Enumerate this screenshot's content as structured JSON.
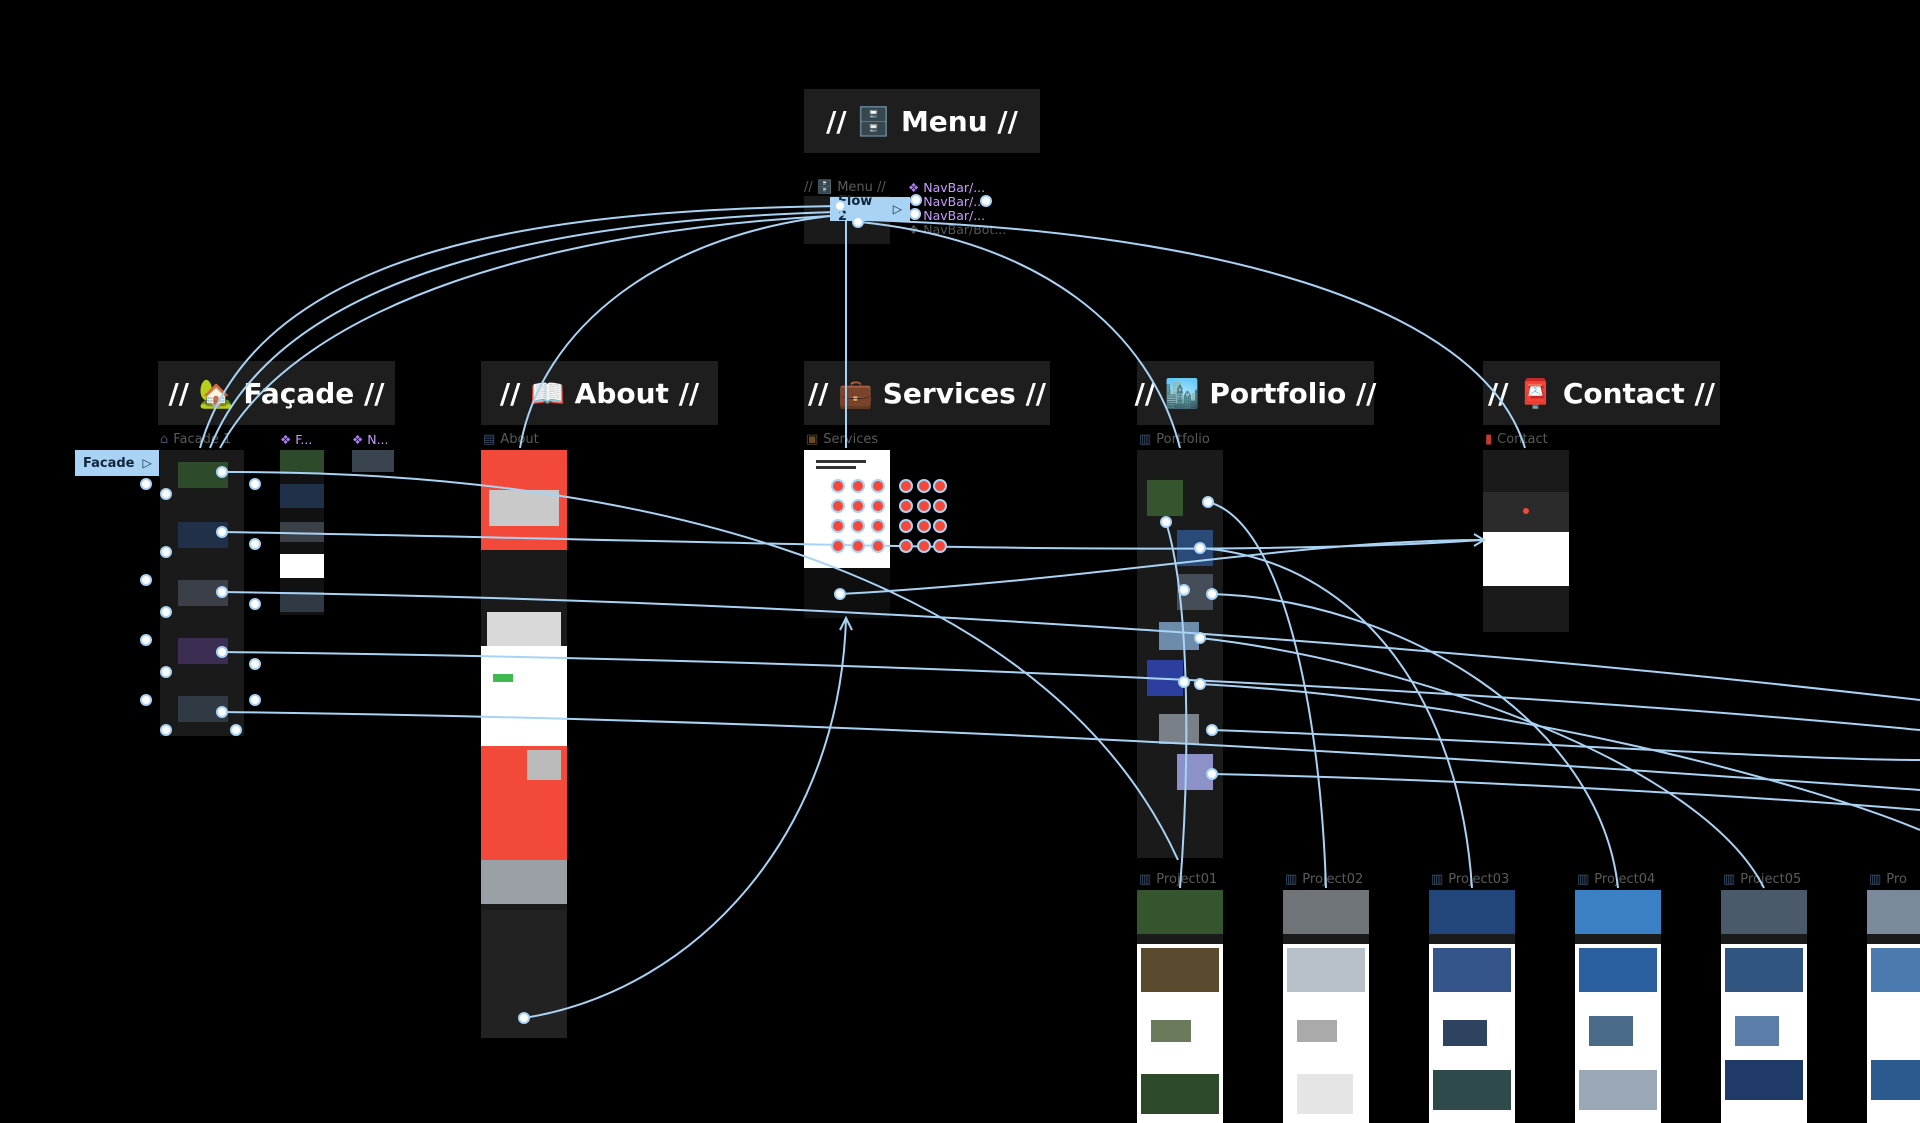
{
  "sections": [
    {
      "id": "menu",
      "title": "// 🗄️ Menu //"
    },
    {
      "id": "facade",
      "title": "// 🏡 Façade //"
    },
    {
      "id": "about",
      "title": "// 📖 About //"
    },
    {
      "id": "services",
      "title": "// 💼 Services //"
    },
    {
      "id": "portfolio",
      "title": "// 🏙️ Portfolio //"
    },
    {
      "id": "contact",
      "title": "// 📮 Contact //"
    }
  ],
  "frame_labels": {
    "menu": "// 🗄️ Menu //",
    "facade1": "Facade 1",
    "about": "About",
    "services": "Services",
    "portfolio": "Portfolio",
    "contact": "Contact",
    "project01": "Project01",
    "project02": "Project02",
    "project03": "Project03",
    "project04": "Project04",
    "project05": "Project05",
    "project06": "Pro"
  },
  "component_labels": {
    "navbar1": "NavBar/...",
    "navbar2": "NavBar/...",
    "navbar3": "NavBar/...",
    "navbar_bottom": "NavBar/Bot...",
    "facade_comp1": "F...",
    "facade_comp2": "N..."
  },
  "flow_tags": {
    "flow2": "Flow 2",
    "facade": "Facade"
  },
  "colors": {
    "canvas": "#000000",
    "section_bg": "#1e1e1e",
    "wire": "#a8d3f5",
    "component": "#c79cff",
    "accent_red": "#f2493a"
  }
}
